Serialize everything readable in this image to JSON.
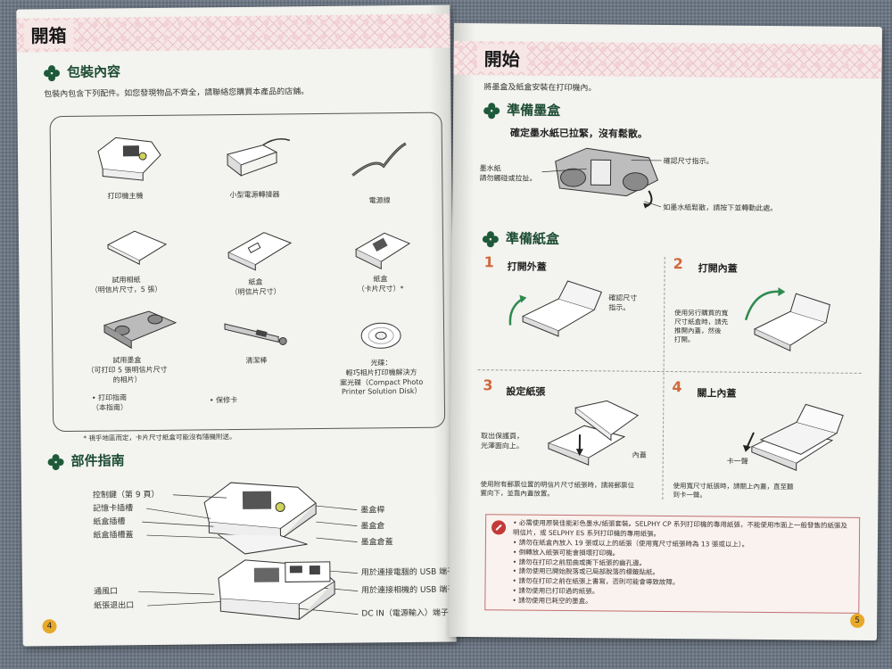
{
  "left_page": {
    "header_title": "開箱",
    "section1_title": "包裝內容",
    "intro": "包裝內包含下列配件。如您發現物品不齊全，請聯絡您購買本產品的店鋪。",
    "items": {
      "printer": "打印機主機",
      "adapter": "小型電源轉接器",
      "cord": "電源線",
      "paper": "試用相紙\n（明信片尺寸，5 張）",
      "tray_postcard": "紙盒\n（明信片尺寸）",
      "tray_card": "紙盒\n（卡片尺寸）*",
      "ink": "試用墨盒\n（可打印 5 張明信片尺寸\n的相片）",
      "cleaner": "清潔棒",
      "cd": "光碟：\n輕巧相片打印機解決方\n案光碟（Compact Photo\nPrinter Solution Disk）",
      "guide": "• 打印指南\n（本指南）",
      "warranty": "• 保修卡"
    },
    "footnote": "* 視乎地區而定，卡片尺寸紙盒可能沒有隨機附送。",
    "section2_title": "部件指南",
    "parts_left": [
      "控制鍵（第 9 頁）",
      "記憶卡插槽",
      "紙盒插槽",
      "紙盒插槽蓋"
    ],
    "parts_right": [
      "墨盒桿",
      "墨盒倉",
      "墨盒倉蓋"
    ],
    "ports_left": [
      "通風口",
      "紙張退出口"
    ],
    "ports_right": [
      "用於連接電腦的 USB 端子",
      "用於連接相機的 USB 端子",
      "DC IN（電源輸入）端子"
    ],
    "page_number": "4"
  },
  "right_page": {
    "header_title": "開始",
    "intro": "將墨盒及紙盒安裝在打印機內。",
    "section1_title": "準備墨盒",
    "ink_instruction": "確定墨水紙已拉緊，沒有鬆散。",
    "ink_label_left": "墨水紙\n請勿觸碰或拉扯。",
    "ink_label_size": "確認尺寸指示。",
    "ink_label_loose": "如墨水紙鬆散，請按下並轉動此處。",
    "section2_title": "準備紙盒",
    "steps": [
      {
        "num": "1",
        "title": "打開外蓋",
        "note": "確認尺寸\n指示。"
      },
      {
        "num": "2",
        "title": "打開內蓋",
        "note": "使用另行購買的寬\n尺寸紙盒時，請先\n推開內蓋，然後\n打開。"
      },
      {
        "num": "3",
        "title": "設定紙張",
        "note": "取出保護頁，\n光澤面向上。",
        "note2": "內蓋",
        "bottom": "使用附有郵票位置的明信片尺寸紙張時，請將郵票位\n置向下，並靠內蓋放置。"
      },
      {
        "num": "4",
        "title": "關上內蓋",
        "note": "卡一聲",
        "bottom": "使用寬尺寸紙張時，請關上內蓋，直至聽\n到卡一聲。"
      }
    ],
    "cautions": [
      "必需使用原裝佳能彩色墨水/紙張套裝。SELPHY CP 系列打印機的專用紙張，不能使用市面上一般發售的紙張及明信片，或 SELPHY ES 系列打印機的專用紙張。",
      "請勿在紙盒內放入 19 張或以上的紙張（使用寬尺寸紙張時為 13 張或以上）。",
      "倒轉放入紙張可能會損壞打印機。",
      "請勿在打印之前屈曲或撕下紙張的齒孔邊。",
      "請勿使用已開始脫落或已局部脫落的標籤貼紙。",
      "請勿在打印之前在紙張上書寫，否則可能會導致故障。",
      "請勿使用已打印過的紙張。",
      "請勿使用已耗空的墨盒。"
    ],
    "page_number": "5"
  }
}
